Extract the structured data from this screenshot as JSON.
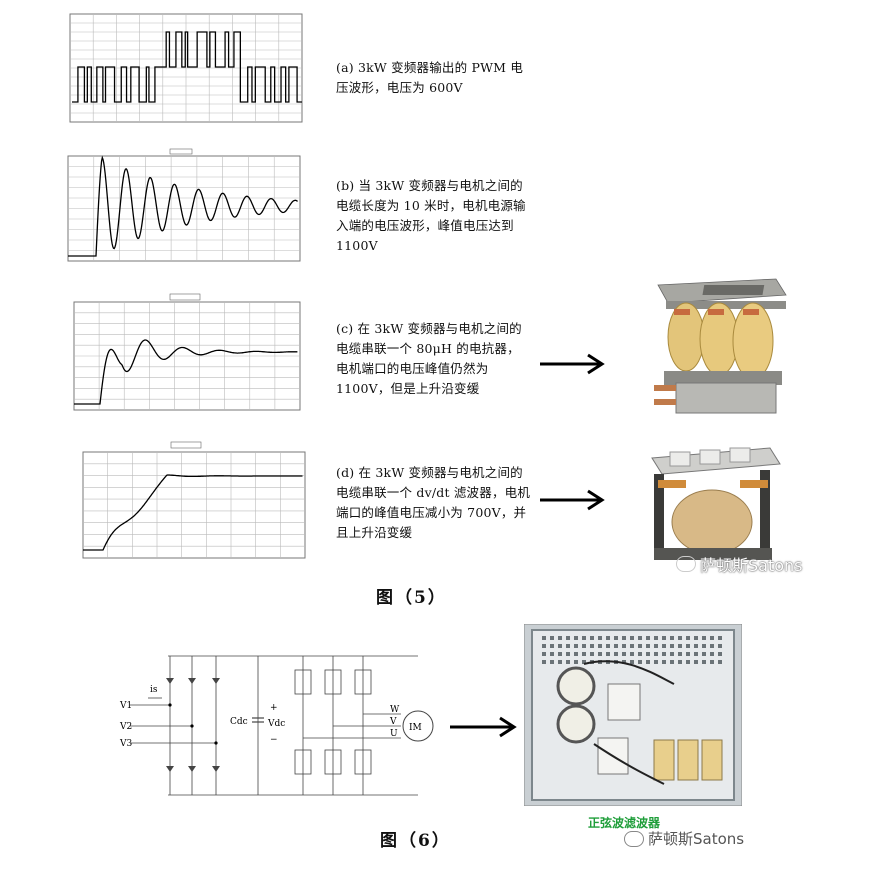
{
  "figure5": {
    "label": "图（5）",
    "items": [
      {
        "caption": "(a)    3kW 变频器输出的 PWM 电压波形，电压为 600V"
      },
      {
        "caption": "(b)    当  3kW 变频器与电机之间的电缆长度为 10 米时，电机电源输入端的电压波形，峰值电压达到 1100V"
      },
      {
        "caption": "(c)    在  3kW 变频器与电机之间的电缆串联一个  80μH 的电抗器，电机端口的电压峰值仍然为 1100V，但是上升沿变缓"
      },
      {
        "caption": "(d)    在  3kW 变频器与电机之间的电缆串联一个 dv/dt 滤波器，电机端口的峰值电压减小为 700V，并且上升沿变缓"
      }
    ],
    "watermark": "萨顿斯Satons"
  },
  "figure6": {
    "label": "图（6）",
    "circuit": {
      "inputs": [
        "V1",
        "V2",
        "V3"
      ],
      "current": "is",
      "cap": "Cdc",
      "vdc": "Vdc",
      "phases": [
        "W",
        "V",
        "U"
      ],
      "motor": "IM",
      "plus": "+",
      "minus": "−"
    },
    "photo_caption": "正弦波滤波器",
    "watermark": "萨顿斯Satons"
  }
}
